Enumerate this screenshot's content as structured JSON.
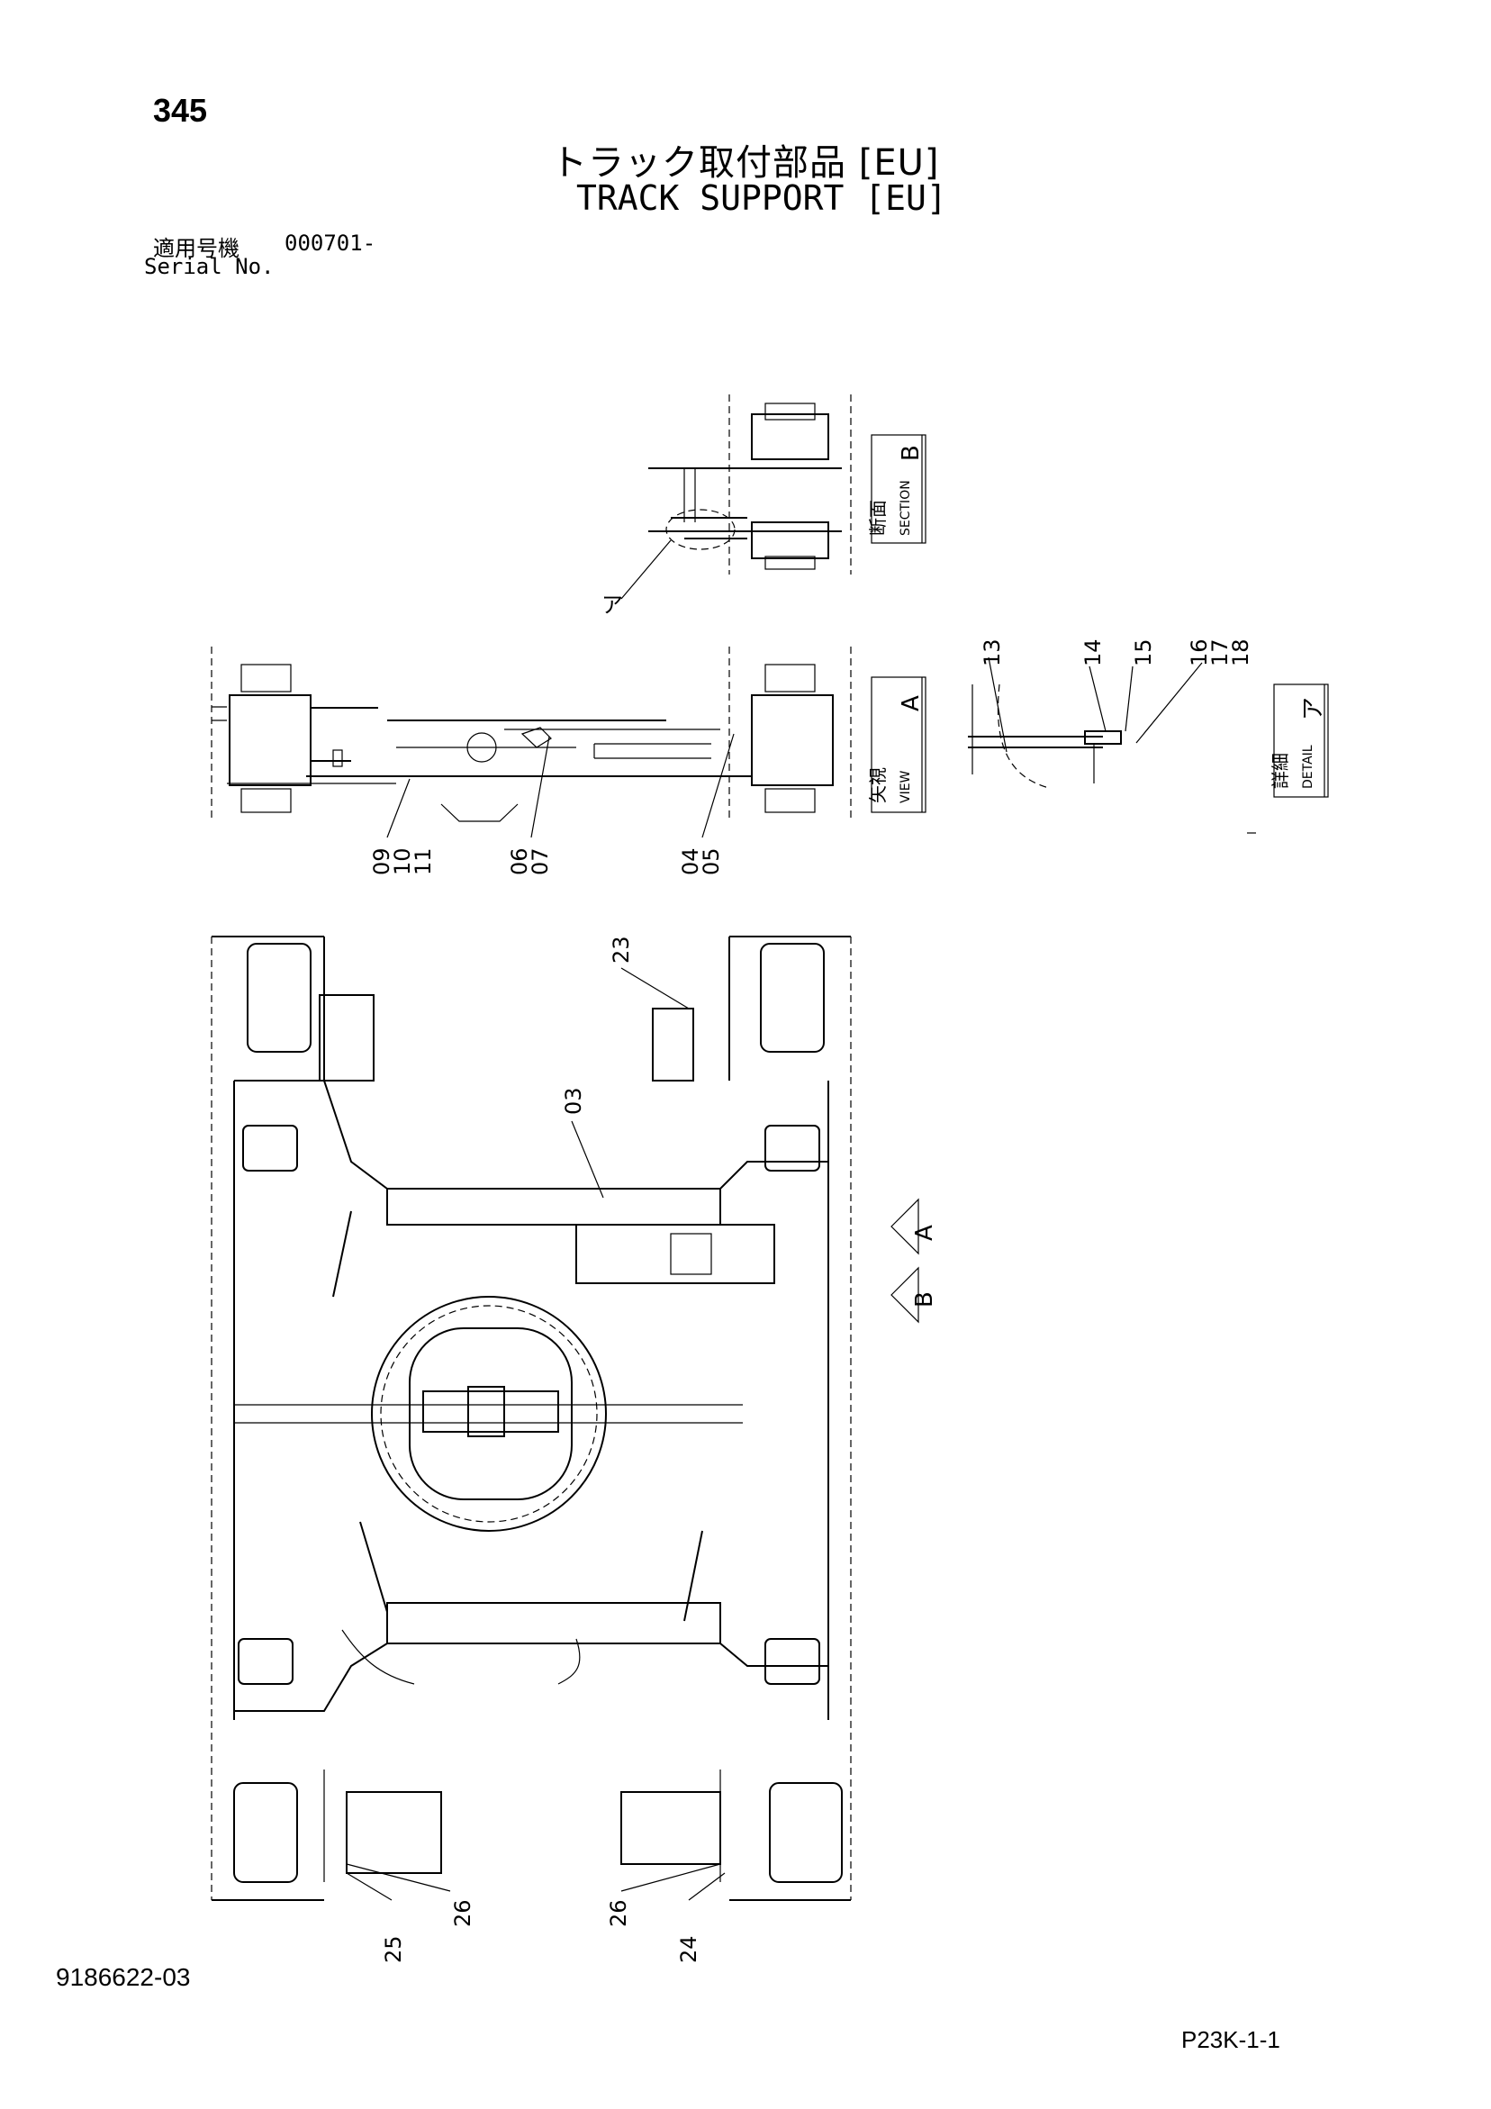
{
  "header": {
    "page_number": "345",
    "title_jp": "トラック取付部品 [EU]",
    "title_en": "TRACK SUPPORT [EU]",
    "serial_label_jp": "適用号機",
    "serial_number": "000701-",
    "serial_label_en": "Serial No."
  },
  "views": {
    "section_b": {
      "kanji": "断面",
      "en": "SECTION",
      "letter": "B"
    },
    "view_a": {
      "kanji": "矢視",
      "en": "VIEW",
      "letter": "A"
    },
    "detail_a": {
      "kanji": "詳細",
      "en": "DETAIL",
      "letter": "ア"
    },
    "callout_a": "ア",
    "arrow_a": "A",
    "arrow_b": "B"
  },
  "part_labels": {
    "view_a": [
      "09",
      "10",
      "11",
      "06",
      "07",
      "04",
      "05"
    ],
    "detail": [
      "13",
      "14",
      "15",
      "16",
      "17",
      "18"
    ],
    "main": [
      "23",
      "03",
      "25",
      "26",
      "26",
      "24"
    ]
  },
  "footer": {
    "document_number": "9186622-03",
    "page_code": "P23K-1-1"
  }
}
